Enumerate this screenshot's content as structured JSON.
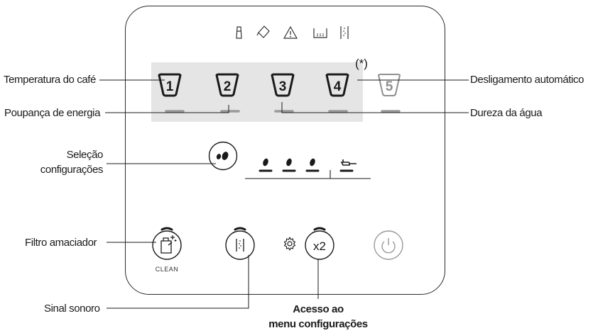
{
  "labels": {
    "temperature": "Temperatura do café",
    "energy_saving": "Poupança de energia",
    "selection_line1": "Seleção",
    "selection_line2": "configurações",
    "water_filter": "Filtro amaciador",
    "beep": "Sinal sonoro",
    "menu_line1": "Acesso ao",
    "menu_line2": "menu configurações",
    "auto_off": "Desligamento automático",
    "water_hardness": "Dureza da água"
  },
  "panel": {
    "number_keys": [
      "1",
      "2",
      "3",
      "4",
      "5"
    ],
    "asterisk": "(*)",
    "clean_text": "CLEAN",
    "x2_text": "x2"
  },
  "icons": {
    "status_row": [
      "milk-jug-icon",
      "descale-icon",
      "warning-icon",
      "grounds-container-icon",
      "water-hardness-icon"
    ],
    "controls": [
      "filter-icon",
      "beep-icon",
      "settings-gear-icon",
      "power-icon"
    ]
  },
  "colors": {
    "ink": "#1a1a1a",
    "band": "#e5e5e5",
    "disabled": "#9a9a9a"
  }
}
